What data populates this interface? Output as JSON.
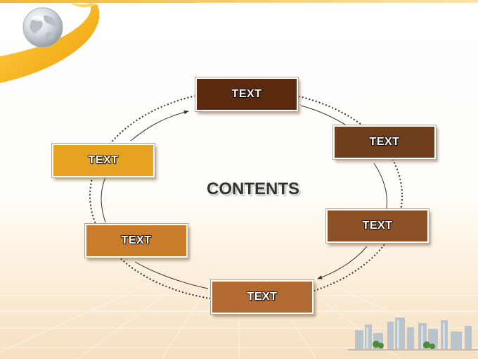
{
  "slide": {
    "title": "CONTENTS",
    "nodes": [
      {
        "id": "top",
        "label": "TEXT",
        "color": "#5a2a0f"
      },
      {
        "id": "upper-right",
        "label": "TEXT",
        "color": "#6f3e1e"
      },
      {
        "id": "lower-right",
        "label": "TEXT",
        "color": "#8d4f24"
      },
      {
        "id": "bottom",
        "label": "TEXT",
        "color": "#b06a32"
      },
      {
        "id": "lower-left",
        "label": "TEXT",
        "color": "#c97d2a"
      },
      {
        "id": "upper-left",
        "label": "TEXT",
        "color": "#e5a321"
      }
    ]
  },
  "decor": {
    "globe_icon": "globe-icon",
    "ribbon_color": "#f5b320",
    "city_icon": "city-skyline-icon"
  }
}
